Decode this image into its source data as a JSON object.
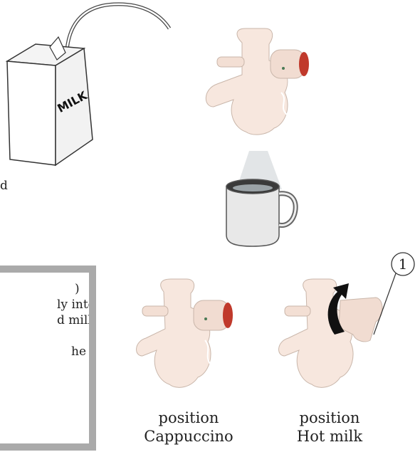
{
  "milk_carton": {
    "label": "MILK"
  },
  "cropped_left_text": "d",
  "note_box": {
    "lines": [
      ")",
      "ly into",
      "d milk",
      "",
      "he"
    ]
  },
  "callout": {
    "number": "1"
  },
  "captions": {
    "cappuccino": {
      "line1": "position",
      "line2": "Cappuccino"
    },
    "hot_milk": {
      "line1": "position",
      "line2": "Hot milk"
    }
  },
  "colors": {
    "valve_red": "#c0392b",
    "box_border": "#aaaaaa",
    "device_body": "#f6e6dc"
  }
}
